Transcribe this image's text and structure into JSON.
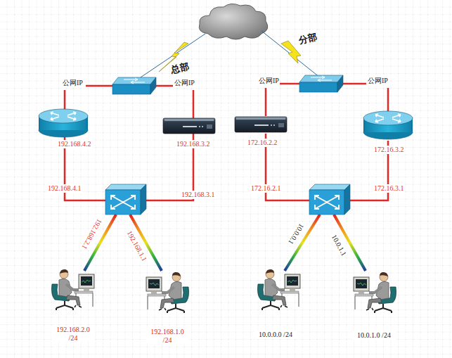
{
  "diagram": {
    "nodes": [
      {
        "text": [
          "192.168.4.2"
        ]
      },
      {
        "text": [
          "192.168.3.2"
        ]
      },
      {
        "text": [
          "172.16.2.2"
        ]
      },
      {
        "text": [
          "172.16.3.2"
        ]
      },
      {
        "text": [
          "192.168.2.0 /24"
        ]
      },
      {
        "text": [
          "192.168.1.0 /24"
        ]
      },
      {
        "text": [
          "10.0.0.0 /24"
        ]
      },
      {
        "text": [
          "10.0.1.0 /24"
        ]
      }
    ],
    "labels": [
      "总部",
      "分部",
      "公网IP",
      "公网IP",
      "公网IP",
      "公网IP",
      "192.168.4.1",
      "192.168.3.1",
      "172.16.2.1",
      "172.16.3.1",
      "192.168.2.1",
      "192.168.1.1",
      "10.0.0.1",
      "10.0.1.1"
    ]
  }
}
